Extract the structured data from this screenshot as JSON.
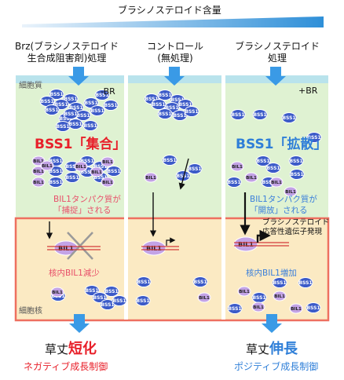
{
  "header": {
    "gradient_label": "ブラシノステロイド含量",
    "colors": {
      "gradient_light": "#eaf3fb",
      "gradient_dark": "#2e8fd8"
    }
  },
  "columns": {
    "brz": {
      "title_line1": "Brz(ブラシノステロイド",
      "title_line2": "生合成阻害剤)処理",
      "corner_label": "-BR"
    },
    "control": {
      "title_line1": "コントロール",
      "title_line2": "(無処理)"
    },
    "br": {
      "title_line1": "ブラシノステロイド",
      "title_line2": "処理",
      "corner_label": "+BR"
    }
  },
  "compartments": {
    "cytoplasm_label": "細胞質",
    "nucleus_label": "細胞核",
    "colors": {
      "cytoplasm": "#dff2d2",
      "nucleus": "#fbeac3",
      "nucleus_border": "#ee7060",
      "top_band": "#b9e3ec"
    }
  },
  "labels": {
    "bss1": "BSS1",
    "bil1": "BIL1",
    "bss1_aggregate": "BSS1「集合」",
    "bss1_disperse": "BSS1「拡散」",
    "bil1_captured_l1": "BIL1タンパク質が",
    "bil1_captured_l2": "「捕捉」される",
    "bil1_released_l1": "BIL1タンパク質が",
    "bil1_released_l2": "「開放」される",
    "nuclear_decrease": "核内BIL1減少",
    "nuclear_increase": "核内BIL1増加",
    "gene_expression_l1": "ブラシノステロイド",
    "gene_expression_l2": "応答性遺伝子発現"
  },
  "outcomes": {
    "left": {
      "prefix": "草丈",
      "emph": "短化",
      "sub": "ネガティブ成長制御"
    },
    "right": {
      "prefix": "草丈",
      "emph": "伸長",
      "sub": "ポジティブ成長制御"
    }
  },
  "colors": {
    "bss1_fill": "#3c5bc8",
    "bil1_fill": "#c3a3e6",
    "aggregate_red": "#e8202a",
    "disperse_blue": "#2f7fd8",
    "arrow_blue": "#3a9ae6",
    "caption_pink": "#e8506a",
    "caption_blue": "#3a7fdb"
  }
}
